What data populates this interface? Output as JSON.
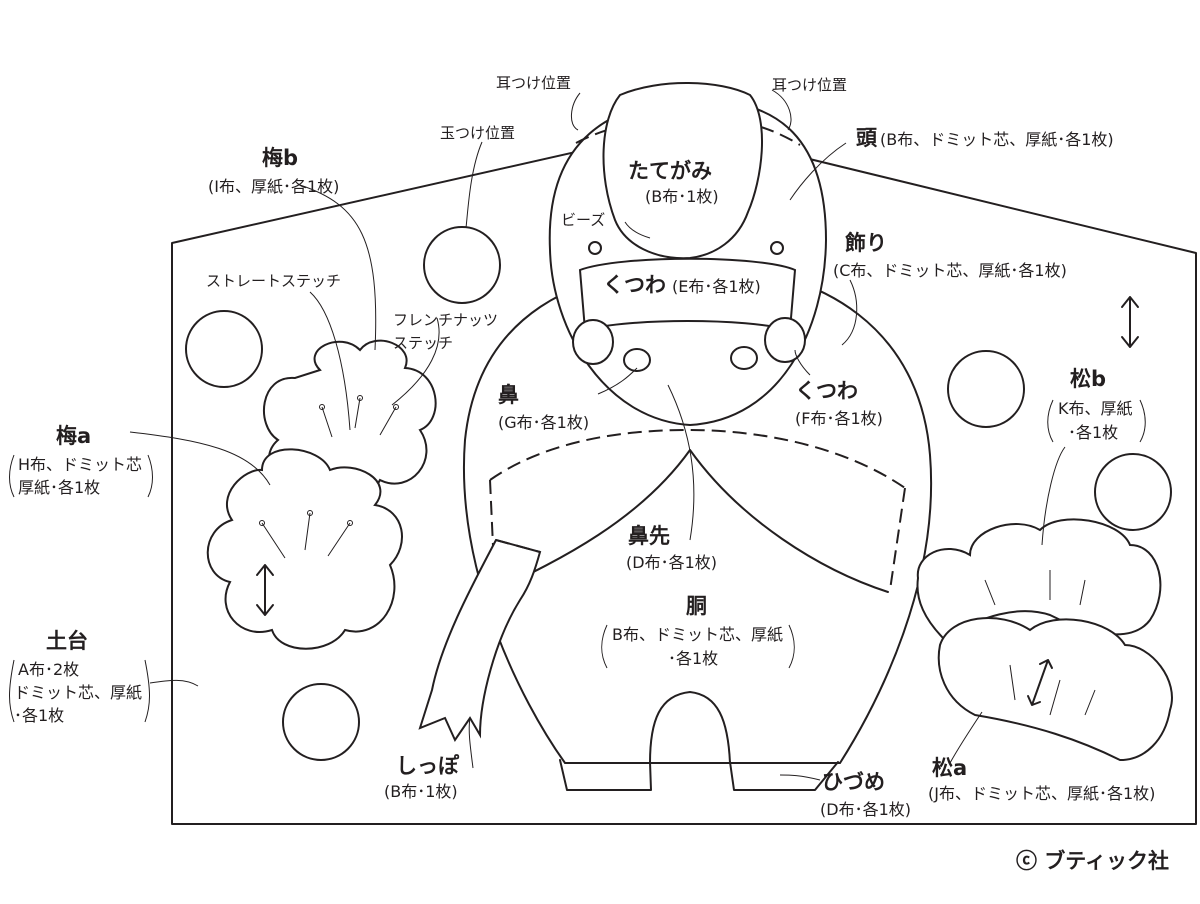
{
  "labels": {
    "ear_left": "耳つけ位置",
    "ear_right": "耳つけ位置",
    "ball_pos": "玉つけ位置",
    "head_title": "頭",
    "head_sub": "(B布、ドミット芯、厚紙･各1枚)",
    "mane_title": "たてがみ",
    "mane_sub": "(B布･1枚)",
    "beads": "ビーズ",
    "kutsuwa_e_title": "くつわ",
    "kutsuwa_e_sub": "(E布･各1枚)",
    "deco_title": "飾り",
    "deco_sub": "(C布、ドミット芯、厚紙･各1枚)",
    "ume_b_title": "梅b",
    "ume_b_sub": "(I布、厚紙･各1枚)",
    "straight_stitch": "ストレートステッチ",
    "french_knots_1": "フレンチナッツ",
    "french_knots_2": "ステッチ",
    "hana_title": "鼻",
    "hana_sub": "(G布･各1枚)",
    "kutsuwa_f_title": "くつわ",
    "kutsuwa_f_sub": "(F布･各1枚)",
    "matsu_b_title": "松b",
    "matsu_b_sub1": "K布、厚紙",
    "matsu_b_sub2": "･各1枚",
    "ume_a_title": "梅a",
    "ume_a_sub1": "H布、ドミット芯",
    "ume_a_sub2": "厚紙･各1枚",
    "hanasaki_title": "鼻先",
    "hanasaki_sub": "(D布･各1枚)",
    "dou_title": "胴",
    "dou_sub1": "B布、ドミット芯、厚紙",
    "dou_sub2": "･各1枚",
    "dodai_title": "土台",
    "dodai_sub1": "A布･2枚",
    "dodai_sub2": "ドミット芯、厚紙",
    "dodai_sub3": "･各1枚",
    "tail_title": "しっぽ",
    "tail_sub": "(B布･1枚)",
    "hoof_title": "ひづめ",
    "hoof_sub": "(D布･各1枚)",
    "matsu_a_title": "松a",
    "matsu_a_sub": "(J布、ドミット芯、厚紙･各1枚)",
    "copyright": "ⓒ ブティック社"
  }
}
